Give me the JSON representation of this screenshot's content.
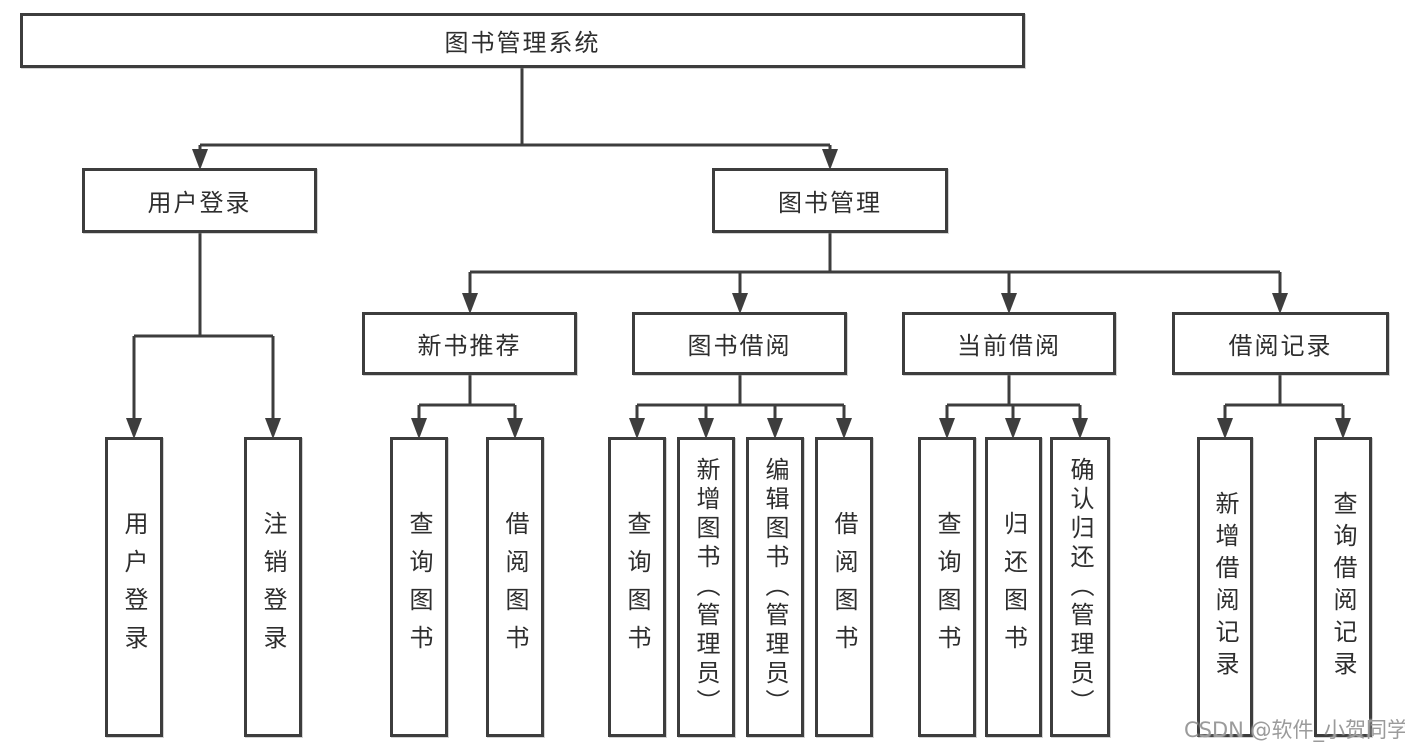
{
  "colors": {
    "line": "#3d3d3d",
    "box_border": "#3d3d3d",
    "box_background": "#ffffff",
    "text": "#2e2e2e",
    "watermark": "#9b9b9b"
  },
  "watermark": "CSDN @软件_小贺同学",
  "tree": {
    "label": "图书管理系统",
    "children": [
      {
        "label": "用户登录",
        "children": [
          {
            "label": "用户登录"
          },
          {
            "label": "注销登录"
          }
        ]
      },
      {
        "label": "图书管理",
        "children": [
          {
            "label": "新书推荐",
            "children": [
              {
                "label": "查询图书"
              },
              {
                "label": "借阅图书"
              }
            ]
          },
          {
            "label": "图书借阅",
            "children": [
              {
                "label": "查询图书"
              },
              {
                "label": "新增图书（管理员）"
              },
              {
                "label": "编辑图书（管理员）"
              },
              {
                "label": "借阅图书"
              }
            ]
          },
          {
            "label": "当前借阅",
            "children": [
              {
                "label": "查询图书"
              },
              {
                "label": "归还图书"
              },
              {
                "label": "确认归还（管理员）"
              }
            ]
          },
          {
            "label": "借阅记录",
            "children": [
              {
                "label": "新增借阅记录"
              },
              {
                "label": "查询借阅记录"
              }
            ]
          }
        ]
      }
    ]
  }
}
